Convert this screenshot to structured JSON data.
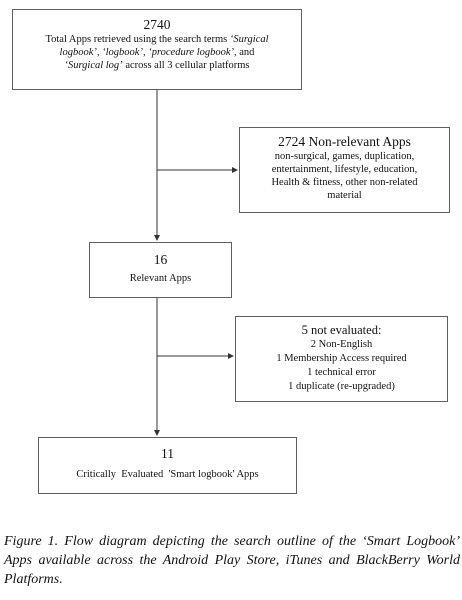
{
  "boxes": {
    "total": {
      "count": "2740",
      "line1_plain": "Total Apps retrieved using the search terms ",
      "line1_italic": "‘Surgical",
      "line2_italic": "logbook’, ‘logbook’, ‘procedure logbook’,",
      "line2_plain": " and",
      "line3_italic": "‘Surgical log’",
      "line3_plain": " across all 3 cellular platforms"
    },
    "non_relevant": {
      "title": "2724 Non-relevant Apps",
      "lines": [
        "non-surgical, games, duplication,",
        "entertainment, lifestyle, education,",
        "Health & fitness, other non-related",
        "material"
      ]
    },
    "relevant": {
      "count": "16",
      "label": "Relevant Apps"
    },
    "not_evaluated": {
      "title": "5 not evaluated:",
      "lines": [
        "2 Non-English",
        "1 Membership Access required",
        "1 technical error",
        "1 duplicate (re-upgraded)"
      ]
    },
    "final": {
      "count": "11",
      "label": "Critically  Evaluated  'Smart logbook' Apps"
    }
  },
  "caption": "Figure 1. Flow diagram depicting the search outline of the ‘Smart Logbook’ Apps available across the Android Play Store, iTunes and BlackBerry World Platforms."
}
